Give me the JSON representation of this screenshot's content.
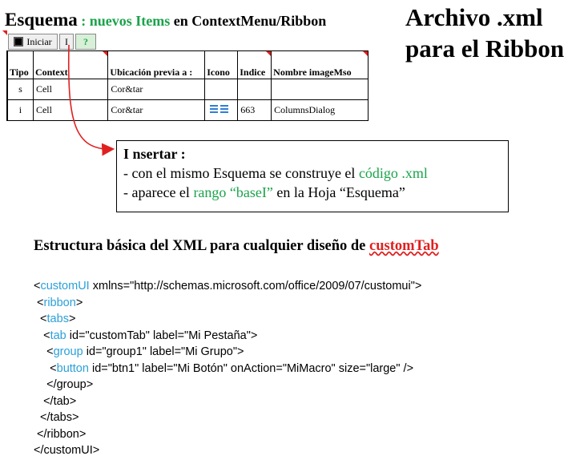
{
  "header": {
    "title_part1": "Esquema",
    "title_part2": " : ",
    "title_part3": "nuevos Items",
    "title_part4": " en ContextMenu/Ribbon"
  },
  "big_title": {
    "line1": "Archivo .xml",
    "line2": "para el Ribbon"
  },
  "toolbar": {
    "iniciar_label": "Iniciar",
    "i_label": "I",
    "help_label": "?"
  },
  "sheet": {
    "columns": [
      "Tipo",
      "Context",
      "Ubicación previa a :",
      "Icono",
      "Indice",
      "Nombre imageMso"
    ],
    "rows": [
      {
        "tipo": "s",
        "context": "Cell",
        "ubicacion": "Cor&tar",
        "indice": "",
        "nombre": ""
      },
      {
        "tipo": "i",
        "context": "Cell",
        "ubicacion": "Cor&tar",
        "indice": "663",
        "nombre": "ColumnsDialog"
      }
    ]
  },
  "callout": {
    "heading": "I nsertar :",
    "line1_a": "- con el mismo Esquema se construye el ",
    "line1_b": "código .xml",
    "line2_a": "- aparece el ",
    "line2_b": "rango “baseI”",
    "line2_c": " en la Hoja “Esquema”"
  },
  "structure": {
    "title_a": "Estructura básica del XML para cualquier diseño de ",
    "title_b": "customTab"
  },
  "code": {
    "l1_open": "<",
    "l1_tag": "customUI",
    "l1_rest": " xmlns=\"http://schemas.microsoft.com/office/2009/07/customui\">",
    "l2_open": " <",
    "l2_tag": "ribbon",
    "l2_rest": ">",
    "l3_open": "  <",
    "l3_tag": "tabs",
    "l3_rest": ">",
    "l4_open": "   <",
    "l4_tag": "tab",
    "l4_rest": " id=\"customTab\" label=\"Mi Pestaña\">",
    "l5_open": "    <",
    "l5_tag": "group",
    "l5_rest": " id=\"group1\" label=\"Mi Grupo\">",
    "l6_open": "     <",
    "l6_tag": "button",
    "l6_rest": " id=\"btn1\" label=\"Mi Botón\" onAction=\"MiMacro\" size=\"large\" />",
    "l7": "    </group>",
    "l8": "   </tab>",
    "l9": "  </tabs>",
    "l10": " </ribbon>",
    "l11": "</customUI>"
  },
  "colors": {
    "accent_green": "#1aa34a",
    "accent_red": "#e02020",
    "xml_tag_blue": "#2aa0d8"
  }
}
